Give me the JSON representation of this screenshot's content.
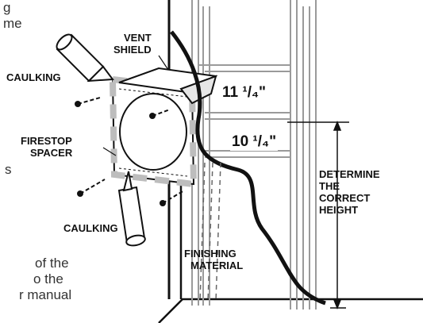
{
  "labels": {
    "vent_shield": [
      "VENT",
      "SHIELD"
    ],
    "caulking_top": "CAULKING",
    "firestop_spacer": [
      "FIRESTOP",
      "SPACER"
    ],
    "caulking_bottom": "CAULKING",
    "finishing_material": [
      "FINISHING",
      "MATERIAL"
    ],
    "determine_height": [
      "DETERMINE",
      "THE",
      "CORRECT",
      "HEIGHT"
    ]
  },
  "dimensions": {
    "upper": "11 ¹/₄\"",
    "lower": "10 ¹/₄\""
  },
  "text_fragments": [
    "g",
    "me",
    "s",
    "of the",
    "o the",
    "r manual"
  ],
  "colors": {
    "line": "#111111",
    "dashed_fill": "#c8c8c8",
    "stud": "#9a9a9a",
    "text": "#111111"
  }
}
